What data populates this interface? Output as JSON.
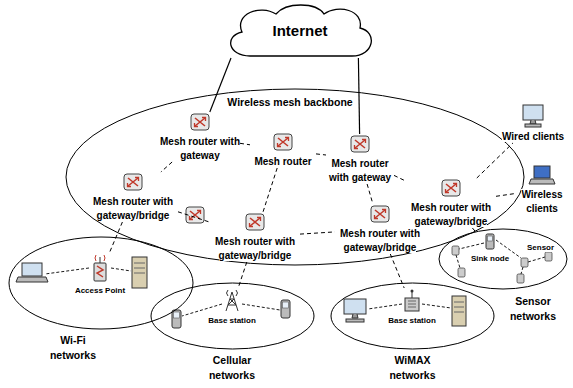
{
  "diagram": {
    "nodes": [
      {
        "text": [
          "Internet"
        ]
      },
      {
        "text": [
          "Wireless mesh backbone"
        ]
      },
      {
        "text": [
          "Mesh router with gateway"
        ],
        "in": 1
      },
      {
        "text": [
          "Mesh router"
        ],
        "in": 1
      },
      {
        "text": [
          "Mesh router with gateway"
        ],
        "in": 1
      },
      {
        "text": [
          "Mesh router with gateway/bridge"
        ],
        "in": 1
      },
      {
        "text": [
          "Mesh router with gateway/bridge"
        ],
        "in": 1
      },
      {
        "text": [
          "Mesh router with gateway/bridge"
        ],
        "in": 1
      },
      {
        "text": [
          "Mesh router with gateway/bridge"
        ],
        "in": 1
      },
      {
        "text": [
          "Wired clients"
        ]
      },
      {
        "text": [
          "Wireless clients"
        ]
      },
      {
        "text": [
          "Sensor networks"
        ]
      },
      {
        "text": [
          "Sink node"
        ],
        "in": 11
      },
      {
        "text": [
          "Wi-Fi networks"
        ]
      },
      {
        "text": [
          "Access Point"
        ],
        "in": 13
      },
      {
        "text": [
          "Cellular networks"
        ]
      },
      {
        "text": [
          "Base station"
        ],
        "in": 15
      },
      {
        "text": [
          "WiMAX networks"
        ]
      },
      {
        "text": [
          "Base station"
        ],
        "in": 17
      }
    ],
    "edges": [
      {
        "from": 0,
        "to": 2,
        "arrow": "none"
      },
      {
        "from": 0,
        "to": 4,
        "arrow": "none"
      },
      {
        "from": 2,
        "to": 3,
        "arrow": "none"
      },
      {
        "from": 3,
        "to": 4,
        "arrow": "none"
      },
      {
        "from": 2,
        "to": 5,
        "arrow": "none"
      },
      {
        "from": 3,
        "to": 8,
        "arrow": "none"
      },
      {
        "from": 4,
        "to": 7,
        "arrow": "none"
      },
      {
        "from": 4,
        "to": 6,
        "arrow": "none"
      },
      {
        "from": 5,
        "to": 8,
        "arrow": "none"
      },
      {
        "from": 8,
        "to": 7,
        "arrow": "none"
      },
      {
        "from": 6,
        "to": 9,
        "arrow": "none"
      },
      {
        "from": 6,
        "to": 10,
        "arrow": "none"
      },
      {
        "from": 6,
        "to": 12,
        "arrow": "none"
      },
      {
        "from": 5,
        "to": 14,
        "arrow": "none"
      },
      {
        "from": 8,
        "to": 16,
        "arrow": "none"
      },
      {
        "from": 7,
        "to": 18,
        "arrow": "none"
      }
    ],
    "labels": [
      "Sensor"
    ]
  }
}
